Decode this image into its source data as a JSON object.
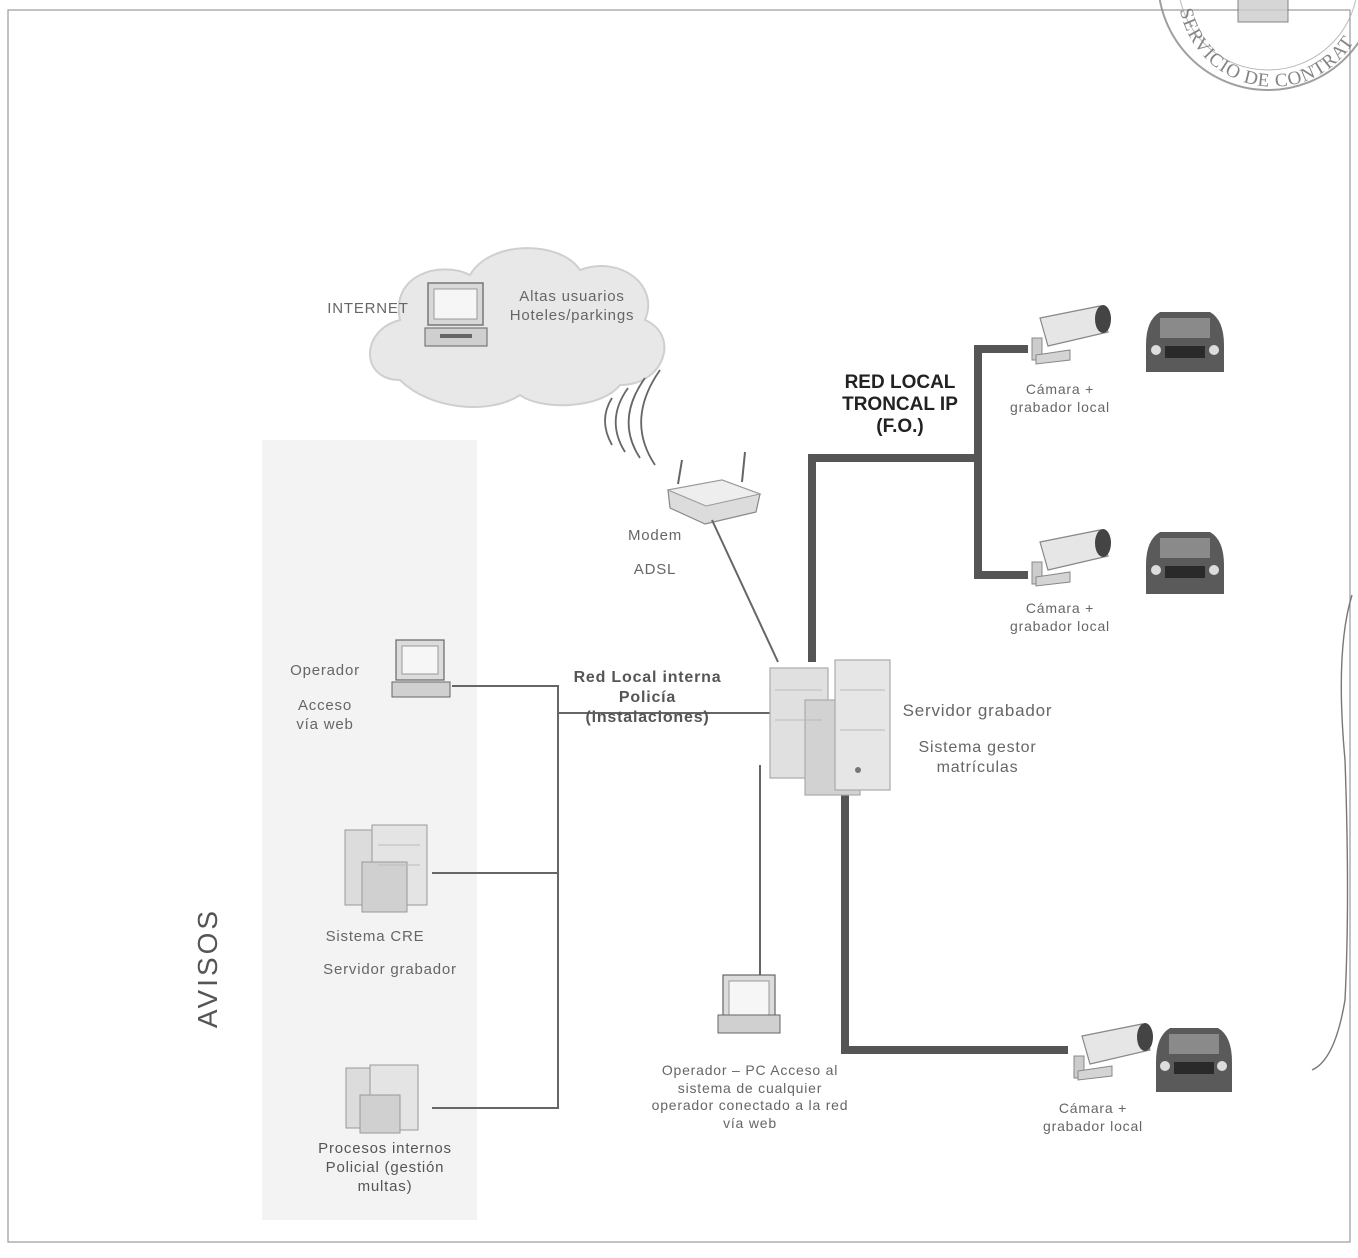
{
  "stamp": {
    "text": "SERVICIO DE CONTRATACIÓN"
  },
  "labels": {
    "internet": "INTERNET",
    "altas": "Altas usuarios\nHoteles/parkings",
    "red_troncal": "RED LOCAL\nTRONCAL IP\n(F.O.)",
    "camara_1": "Cámara +\ngrabador local",
    "camara_2": "Cámara +\ngrabador local",
    "camara_3": "Cámara +\ngrabador local",
    "modem": "Modem",
    "adsl": "ADSL",
    "operador_web": "Operador",
    "acceso_web": "Acceso\nvía web",
    "red_interna": "Red Local interna\nPolicía\n(instalaciones)",
    "servidor": "Servidor grabador",
    "gestor": "Sistema gestor\nmatrículas",
    "sistema_cre": "Sistema CRE",
    "servidor_cre": "Servidor grabador",
    "avisos": "AVISOS",
    "operador_pc": "Operador – PC Acceso al\nsistema de cualquier\noperador conectado a la red\nvía web",
    "procesos": "Procesos internos\nPolicial (gestión\nmultas)"
  },
  "colors": {
    "trunk": "#555555",
    "thin_line": "#666666",
    "device": "#d8d8d8",
    "cloud": "#e6e6e6",
    "car": "#5a5a5a",
    "text": "#444444"
  },
  "icons": [
    "cloud-icon",
    "computer-icon",
    "router-icon",
    "server-icon",
    "camera-icon",
    "car-icon",
    "wifi-icon"
  ]
}
